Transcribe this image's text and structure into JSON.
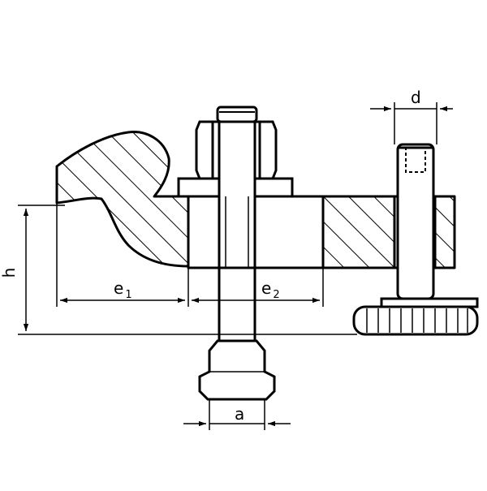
{
  "labels": {
    "h": "h",
    "e1_main": "e",
    "e1_sub": "1",
    "e2_main": "e",
    "e2_sub": "2",
    "a": "a",
    "d": "d"
  },
  "colors": {
    "ink": "#000000",
    "background": "#ffffff"
  }
}
